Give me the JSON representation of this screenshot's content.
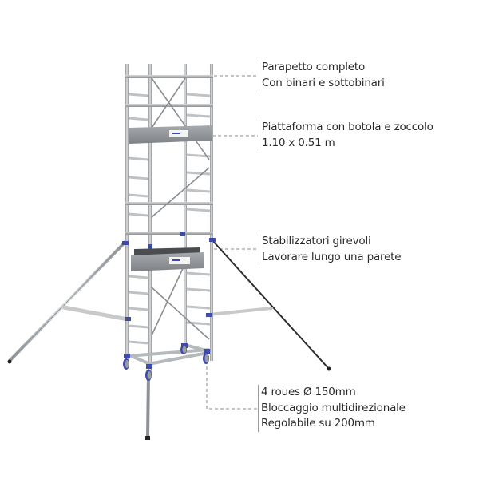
{
  "figure": {
    "subject": "mobile aluminium scaffold tower with outriggers",
    "colors": {
      "background": "#ffffff",
      "aluminium": "#b9bcbe",
      "aluminium_dark": "#8e9296",
      "fittings": "#3d4aa8",
      "text": "#2a2a2a",
      "leader_line": "#8a8a8a"
    }
  },
  "callouts": [
    {
      "lines": [
        "Parapetto completo",
        "Con binari e sottobinari"
      ]
    },
    {
      "lines": [
        "Piattaforma con botola e zoccolo",
        "1.10 x 0.51 m"
      ]
    },
    {
      "lines": [
        "Stabilizzatori girevoli",
        "Lavorare lungo una parete"
      ]
    },
    {
      "lines": [
        "4 roues Ø 150mm",
        "Bloccaggio multidirezionale",
        "Regolabile su 200mm"
      ]
    }
  ]
}
